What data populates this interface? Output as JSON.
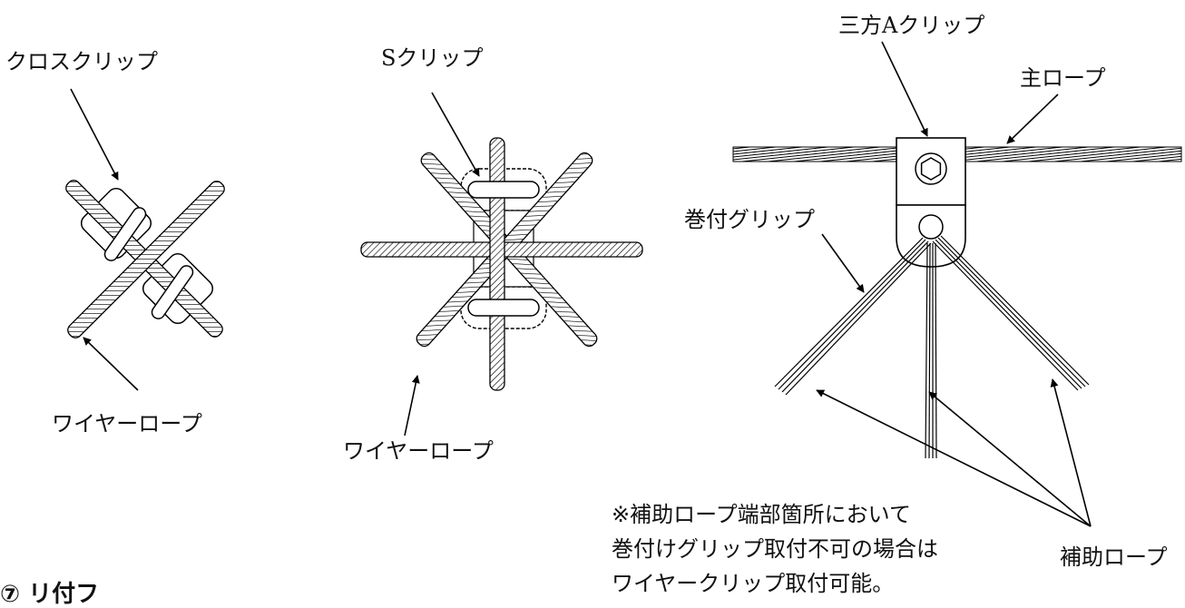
{
  "labels": {
    "cross_clip": "クロスクリップ",
    "wire_rope_left": "ワイヤーロープ",
    "s_clip": "Sクリップ",
    "wire_rope_mid": "ワイヤーロープ",
    "three_way_a_clip": "三方Aクリップ",
    "main_rope": "主ロープ",
    "wrap_grip": "巻付グリップ",
    "aux_rope": "補助ロープ"
  },
  "note": {
    "line1": "※補助ロープ端部箇所において",
    "line2": "巻付けグリップ取付不可の場合は",
    "line3": "ワイヤークリップ取付可能。"
  },
  "partial_heading": "⑦ リ付フ"
}
